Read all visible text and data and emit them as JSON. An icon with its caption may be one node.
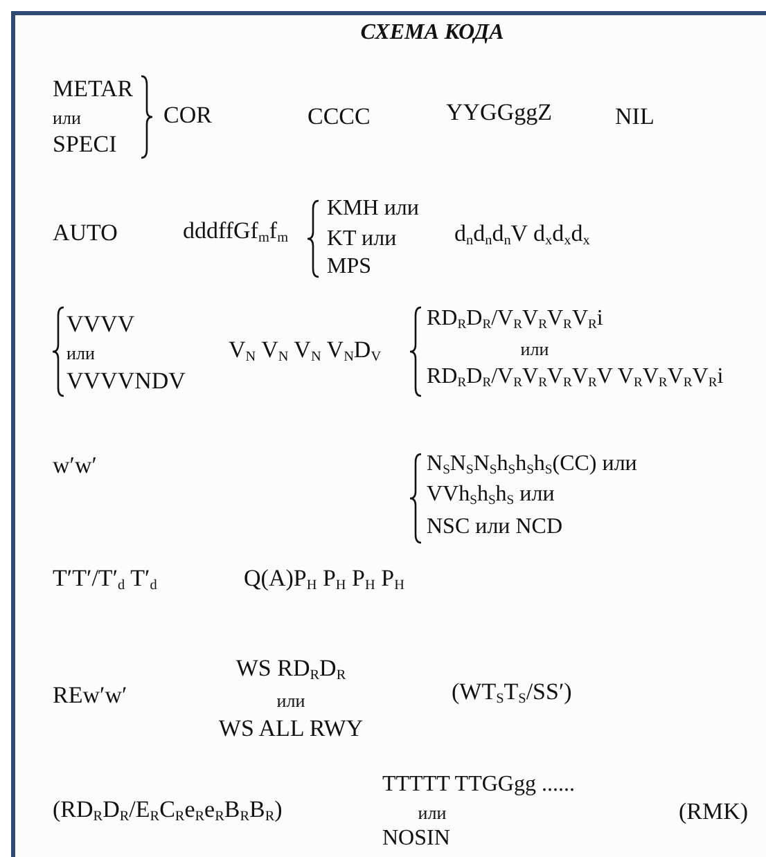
{
  "diagram": {
    "title": "СХЕМА КОДА",
    "labels": [
      "METAR",
      "или",
      "SPECI",
      "COR",
      "CCCC",
      "YYGGggZ",
      "NIL",
      "AUTO",
      "dddffGf$_{m}$f$_{m}$",
      "KMH или",
      "KT или",
      "MPS",
      "d$_{n}$d$_{n}$d$_{n}$V d$_{x}$d$_{x}$d$_{x}$",
      "VVVV",
      "или",
      "VVVVNDV",
      "V$_{N}$ V$_{N}$ V$_{N}$ V$_{N}$D$_{V}$",
      "RD$_{R}$D$_{R}$/V$_{R}$V$_{R}$V$_{R}$V$_{R}$i",
      "или",
      "RD$_{R}$D$_{R}$/V$_{R}$V$_{R}$V$_{R}$V$_{R}$V V$_{R}$V$_{R}$V$_{R}$V$_{R}$i",
      "w′w′",
      "N$_{S}$N$_{S}$N$_{S}$h$_{S}$h$_{S}$h$_{S}$(CC) или",
      "VVh$_{S}$h$_{S}$h$_{S}$ или",
      "NSC или NCD",
      "T′T′/T′$_{d}$ T′$_{d}$",
      "Q(A)P$_{H}$ P$_{H}$ P$_{H}$ P$_{H}$",
      "REw′w′",
      "WS RD$_{R}$D$_{R}$",
      "или",
      "WS ALL RWY",
      "(WT$_{S}$T$_{S}$/SS′)",
      "(RD$_{R}$D$_{R}$/E$_{R}$C$_{R}$e$_{R}$e$_{R}$B$_{R}$B$_{R}$)",
      "TTTTT TTGGgg ......",
      "или",
      "NOSIN",
      "(RMK)"
    ]
  }
}
